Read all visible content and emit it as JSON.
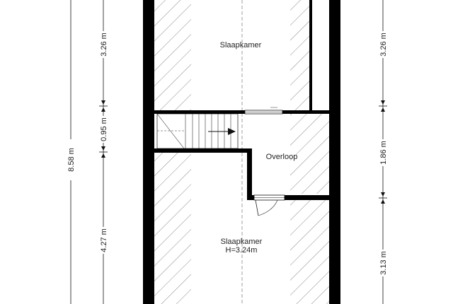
{
  "rooms": {
    "top_bedroom": {
      "label": "Slaapkamer"
    },
    "landing": {
      "label": "Overloop"
    },
    "bottom_bedroom": {
      "label": "Slaapkamer",
      "height_note": "H=3.24m"
    }
  },
  "dimensions": {
    "total_height": "8.58 m",
    "left_top": "3.26 m",
    "left_middle": "0.95 m",
    "left_bottom": "4.27 m",
    "right_top": "3.26 m",
    "right_middle": "1.86 m",
    "right_bottom": "3.13 m"
  },
  "colors": {
    "wall": "#000000",
    "hatch": "#6b6b6b",
    "dim_line": "#111111"
  }
}
